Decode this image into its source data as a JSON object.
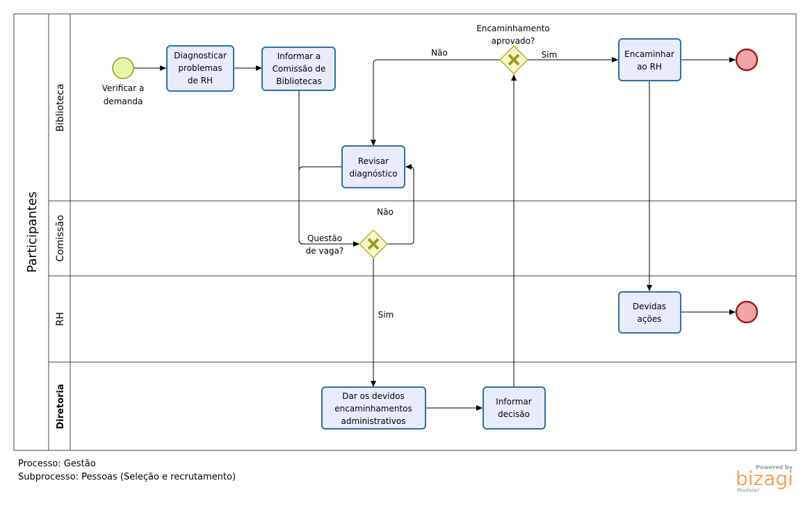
{
  "pool": {
    "label": "Participantes"
  },
  "lanes": [
    {
      "id": "biblioteca",
      "label": "Biblioteca"
    },
    {
      "id": "comissao",
      "label": "Comissão"
    },
    {
      "id": "rh",
      "label": "RH"
    },
    {
      "id": "diretoria",
      "label": "Diretoria"
    }
  ],
  "events": {
    "start": {
      "label_lines": [
        "Verificar a",
        "demanda"
      ]
    }
  },
  "tasks": {
    "diagnosticar": {
      "lines": [
        "Diagnosticar",
        "problemas",
        "de RH"
      ]
    },
    "informar_comissao": {
      "lines": [
        "Informar a",
        "Comissão de",
        "Bibliotecas"
      ]
    },
    "revisar": {
      "lines": [
        "Revisar",
        "diagnóstico"
      ]
    },
    "encaminhar_rh": {
      "lines": [
        "Encaminhar",
        "ao RH"
      ]
    },
    "devidas_acoes": {
      "lines": [
        "Devidas",
        "ações"
      ]
    },
    "dar_devidos": {
      "lines": [
        "Dar os devidos",
        "encaminhamentos",
        "administrativos"
      ]
    },
    "informar_decisao": {
      "lines": [
        "Informar",
        "decisão"
      ]
    }
  },
  "gateways": {
    "encaminhamento": {
      "lines": [
        "Encaminhamento",
        "aprovado?"
      ]
    },
    "questao": {
      "lines": [
        "Questão",
        "de vaga?"
      ]
    }
  },
  "flow_labels": {
    "nao_top": "Não",
    "sim_top": "Sim",
    "nao_mid": "Não",
    "sim_mid": "Sim"
  },
  "footer": {
    "processo": "Processo: Gestão",
    "subprocesso": "Subprocesso: Pessoas (Seleção e recrutamento)"
  },
  "brand": {
    "powered_by": "Powered by",
    "name": "bizagi",
    "edition": "Modeler"
  },
  "colors": {
    "task_fill": "#e8ecfa",
    "task_stroke": "#2e6fa8",
    "start_fill": "#e6f5a6",
    "start_stroke": "#7aa320",
    "end_fill": "#f0a5a8",
    "end_stroke": "#a31919",
    "gateway_fill": "#f8f6c8",
    "gateway_stroke": "#b1b02f",
    "gateway_mark": "#9a9a1c",
    "brand": "#f2a65a"
  }
}
